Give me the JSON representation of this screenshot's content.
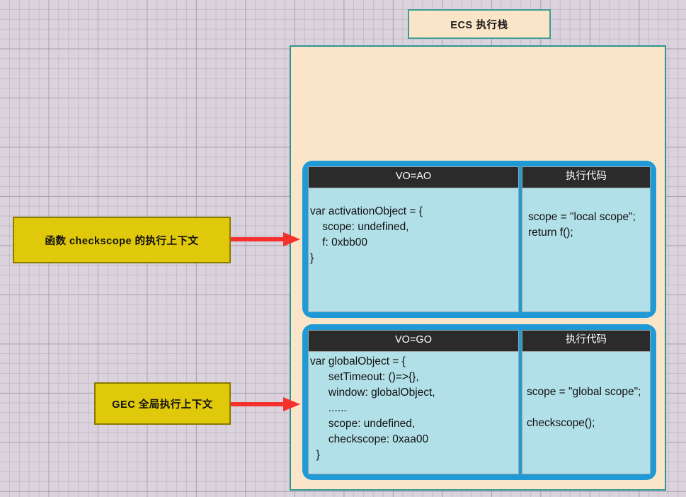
{
  "title_box": {
    "label": "ECS 执行栈"
  },
  "colors": {
    "canvas_bg": "#dad3dd",
    "container_fill": "#fae5c8",
    "container_border": "#2e9490",
    "block_blue": "#1f9ad6",
    "panel_fill": "#b2e0e8",
    "panel_header_bg": "#2b2b2b",
    "note_yellow": "#e0c80a",
    "note_border": "#8a7a00",
    "arrow_red": "#f5312e"
  },
  "stack": {
    "frames": [
      {
        "id": "function-checkscope-context",
        "vo_header": "VO=AO",
        "vo_body": "var activationObject = {\n    scope: undefined,\n    f: 0xbb00\n}",
        "code_header": "执行代码",
        "code_body": "scope = \"local scope\";\nreturn f();"
      },
      {
        "id": "global-execution-context",
        "vo_header": "VO=GO",
        "vo_body": "var globalObject = {\n      setTimeout: ()=>{},\n      window: globalObject,\n      ......\n      scope: undefined,\n      checkscope: 0xaa00\n  }",
        "code_header": "执行代码",
        "code_body": "scope = \"global scope\";\n\ncheckscope();"
      }
    ]
  },
  "annotations": [
    {
      "id": "note-function-context",
      "label": "函数 checkscope 的执行上下文",
      "arrow": "arrow-right-icon"
    },
    {
      "id": "note-global-context",
      "label": "GEC 全局执行上下文",
      "arrow": "arrow-right-icon"
    }
  ]
}
